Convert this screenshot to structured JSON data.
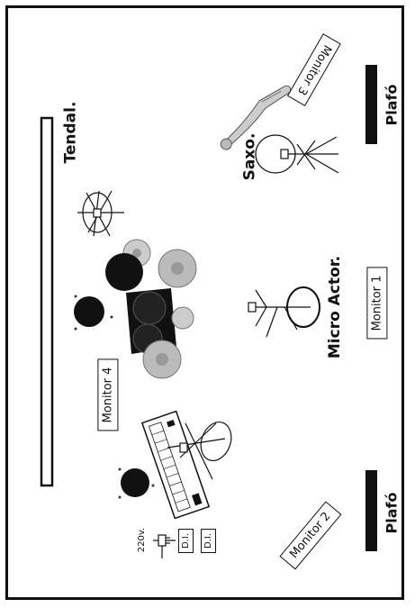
{
  "labels": {
    "tendal": "Tendal.",
    "saxo": "Saxo.",
    "micro_actor": "Micro Actor.",
    "plafo_top": "Plafó",
    "plafo_bottom": "Plafó",
    "voltage": "220v."
  },
  "monitors": {
    "monitor_1": "Monitor 1",
    "monitor_2": "Monitor 2",
    "monitor_3": "Monitor 3",
    "monitor_4": "Monitor 4"
  },
  "di_boxes": [
    "D.I.",
    "D.I."
  ],
  "colors": {
    "ink": "#111111",
    "cymbal": "#b8b8b8",
    "background": "#ffffff"
  },
  "icons": [
    "saxophone-icon",
    "drum-kit-icon",
    "keyboard-icon",
    "mic-stand-icon",
    "plug-icon"
  ]
}
